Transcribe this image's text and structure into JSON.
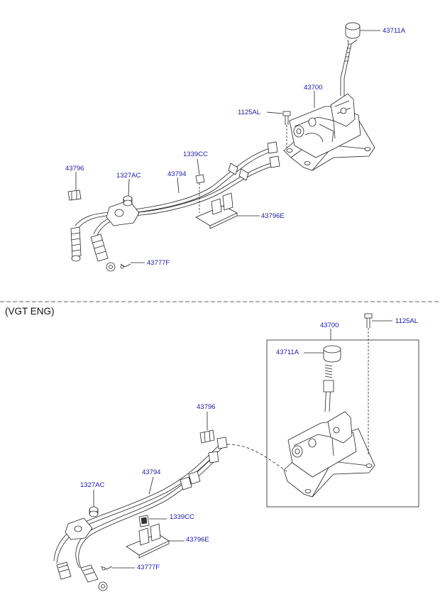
{
  "colors": {
    "label": "#1a1aa6",
    "line": "#222222",
    "background": "#ffffff"
  },
  "top_section": {
    "labels": {
      "shift_knob": "43711A",
      "lever_assembly": "43700",
      "bolt": "1125AL",
      "clamp": "1339CC",
      "clip": "43796",
      "nut": "1327AC",
      "cable": "43794",
      "bracket": "43796E",
      "pin": "43777F"
    }
  },
  "bottom_section": {
    "title": "(VGT ENG)",
    "labels": {
      "bolt": "1125AL",
      "lever_assembly": "43700",
      "shift_knob": "43711A",
      "clip": "43796",
      "cable": "43794",
      "nut": "1327AC",
      "clamp": "1339CC",
      "bracket": "43796E",
      "pin": "43777F"
    }
  }
}
